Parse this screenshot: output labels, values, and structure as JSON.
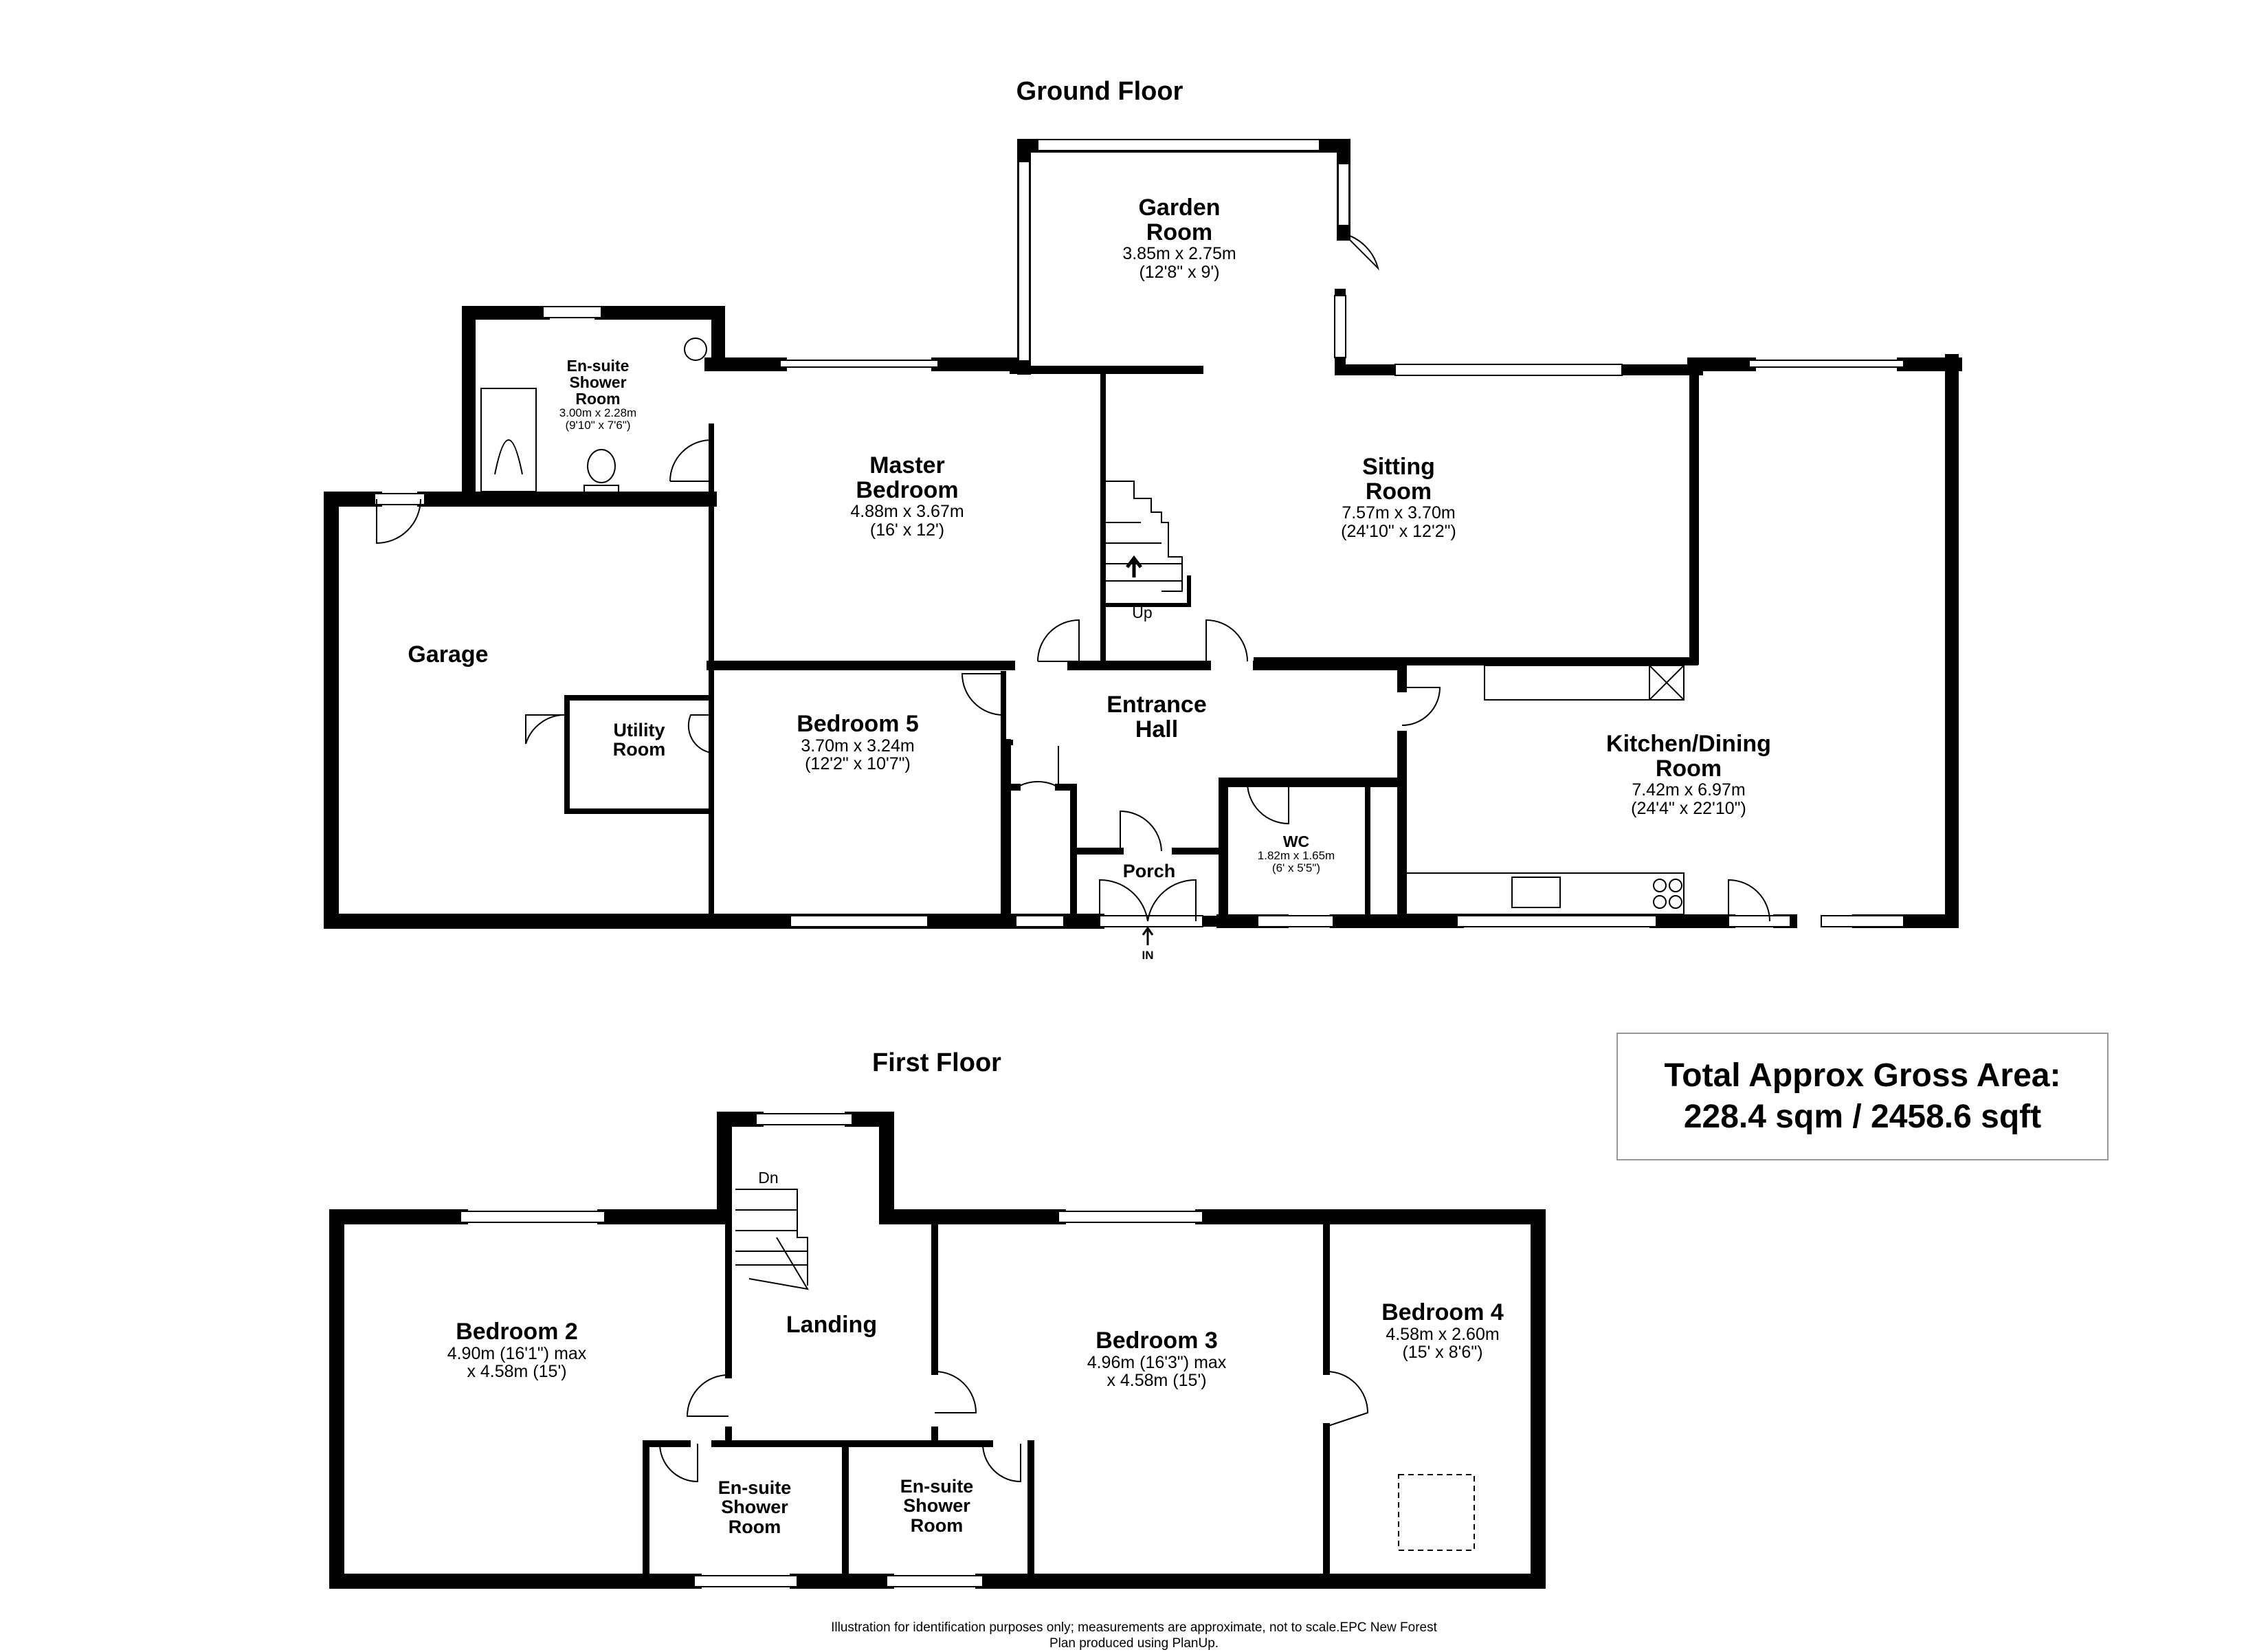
{
  "floors": {
    "ground": "Ground Floor",
    "first": "First Floor"
  },
  "rooms": {
    "garden_room": {
      "name": "Garden Room",
      "metric": "3.85m x 2.75m",
      "imperial": "(12'8\" x 9')"
    },
    "ensuite_ground": {
      "name": "En-suite Shower Room",
      "metric": "3.00m x 2.28m",
      "imperial": "(9'10\" x 7'6\")"
    },
    "master_bedroom": {
      "name": "Master Bedroom",
      "metric": "4.88m x 3.67m",
      "imperial": "(16' x 12')"
    },
    "sitting_room": {
      "name": "Sitting Room",
      "metric": "7.57m x 3.70m",
      "imperial": "(24'10\" x 12'2\")"
    },
    "garage": {
      "name": "Garage"
    },
    "utility_room": {
      "name": "Utility Room"
    },
    "bedroom5": {
      "name": "Bedroom 5",
      "metric": "3.70m x 3.24m",
      "imperial": "(12'2\" x 10'7\")"
    },
    "entrance_hall": {
      "name": "Entrance Hall"
    },
    "kitchen_dining": {
      "name": "Kitchen/Dining Room",
      "metric": "7.42m x 6.97m",
      "imperial": "(24'4\" x 22'10\")"
    },
    "wc": {
      "name": "WC",
      "metric": "1.82m x 1.65m",
      "imperial": "(6' x 5'5\")"
    },
    "porch": {
      "name": "Porch"
    },
    "bedroom2": {
      "name": "Bedroom 2",
      "metric": "4.90m (16'1\") max",
      "imperial": "x 4.58m (15')"
    },
    "landing": {
      "name": "Landing"
    },
    "bedroom3": {
      "name": "Bedroom 3",
      "metric": "4.96m (16'3\") max",
      "imperial": "x 4.58m (15')"
    },
    "bedroom4": {
      "name": "Bedroom 4",
      "metric": "4.58m x 2.60m",
      "imperial": "(15' x 8'6\")"
    },
    "ensuite_first_a": {
      "name": "En-suite Shower Room"
    },
    "ensuite_first_b": {
      "name": "En-suite Shower Room"
    }
  },
  "labels": {
    "up": "Up",
    "dn": "Dn",
    "in": "IN"
  },
  "total_area": {
    "title": "Total Approx Gross Area:",
    "value": "228.4 sqm / 2458.6 sqft"
  },
  "disclaimer": {
    "line1": "Illustration for identification purposes only; measurements are approximate, not to scale.EPC New Forest",
    "line2": "Plan produced using PlanUp."
  }
}
